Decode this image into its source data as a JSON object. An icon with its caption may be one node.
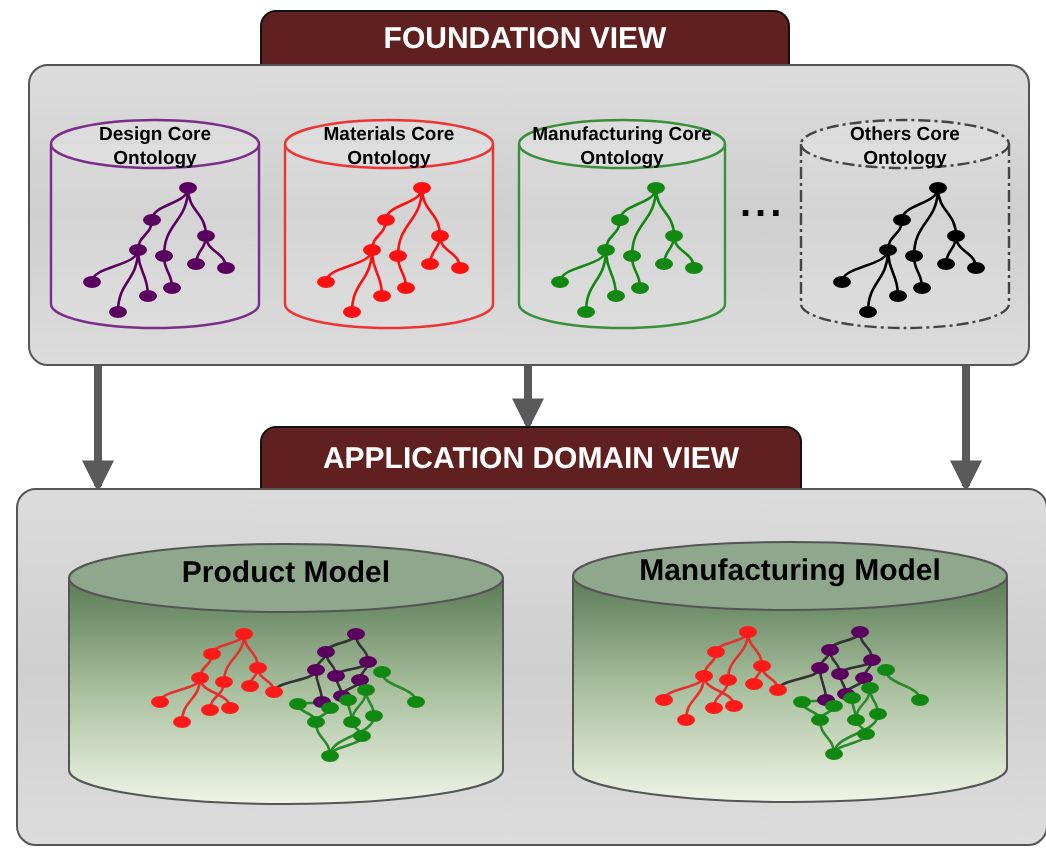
{
  "diagram": {
    "nodes": [
      {
        "text": [
          "FOUNDATION VIEW"
        ]
      },
      {
        "text": [
          "Design Core Ontology"
        ],
        "in": 0
      },
      {
        "text": [
          "Materials Core Ontology"
        ],
        "in": 0
      },
      {
        "text": [
          "Manufacturing Core Ontology"
        ],
        "in": 0
      },
      {
        "text": [
          "Others Core Ontology"
        ],
        "in": 0
      },
      {
        "text": [
          "APPLICATION DOMAIN VIEW"
        ]
      },
      {
        "text": [
          "Product Model"
        ],
        "in": 5
      },
      {
        "text": [
          "Manufacturing Model"
        ],
        "in": 5
      }
    ],
    "edges": [
      {
        "from": 0,
        "to": 5,
        "arrow": "to"
      },
      {
        "from": 0,
        "to": 5,
        "arrow": "to"
      },
      {
        "from": 0,
        "to": 5,
        "arrow": "to"
      }
    ],
    "labels": [
      "..."
    ]
  }
}
